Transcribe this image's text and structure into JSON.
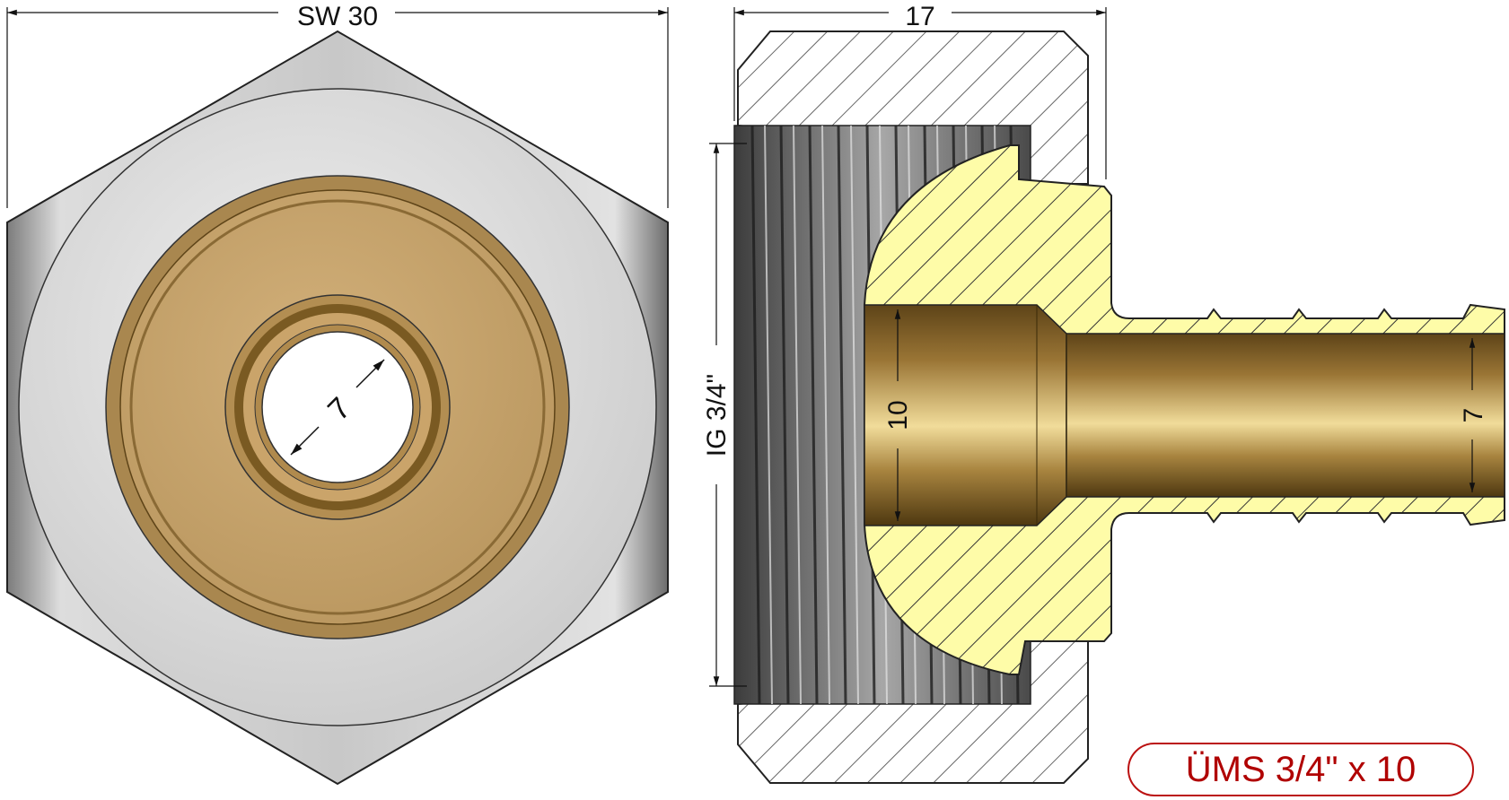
{
  "front_view": {
    "width_dimension": "SW 30",
    "bore_dimension": "7"
  },
  "section_view": {
    "length_dimension": "17",
    "thread_dimension": "IG 3/4\"",
    "socket_dimension": "10",
    "tail_bore_dimension": "7"
  },
  "product_label": "ÜMS 3/4\" x 10",
  "colors": {
    "steel_light": "#dcdcdc",
    "steel_dark": "#8a8a8a",
    "brass": "#c6a26a",
    "brass_dark": "#7a5a22",
    "section_hatch_fill": "#fefca8",
    "label_red": "#b00000"
  }
}
